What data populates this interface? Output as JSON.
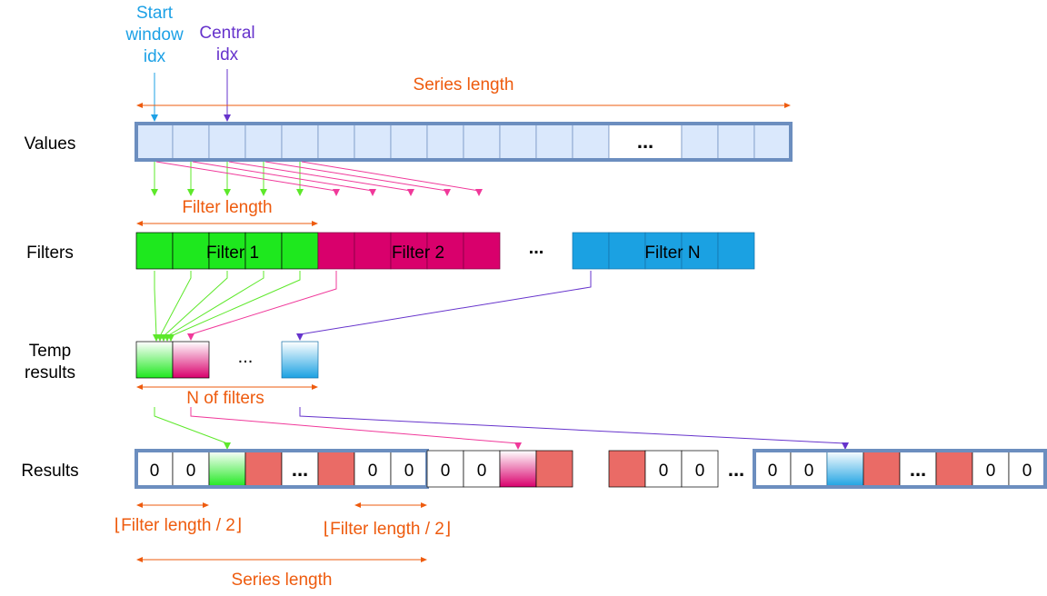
{
  "colors": {
    "orange": "#ee5b0e",
    "light_blue": "#1da1e6",
    "purple": "#6633cc",
    "green": "#1ee81e",
    "magenta": "#d9006c",
    "blue_fill": "#1ba1e2",
    "value_cell": "#dae8fc",
    "border_blue": "#6c8ebf",
    "salmon": "#ea6b66"
  },
  "labels": {
    "start_window_1": "Start",
    "start_window_2": "window",
    "start_window_3": "idx",
    "central_1": "Central",
    "central_2": "idx",
    "series_length_top": "Series length",
    "values": "Values",
    "filter_length": "Filter length",
    "filters": "Filters",
    "filter1": "Filter 1",
    "filter2": "Filter 2",
    "filterN": "Filter N",
    "filters_ellipsis": "...",
    "temp_1": "Temp",
    "temp_2": "results",
    "temp_ellipsis": "...",
    "n_of_filters": "N of filters",
    "results": "Results",
    "half_left": "⌊Filter length / 2⌋",
    "half_right": "⌊Filter length / 2⌋",
    "series_length_bottom": "Series length"
  },
  "values_row": {
    "ellipsis": "..."
  },
  "results_row": {
    "zero": "0",
    "ellipsis": "..."
  }
}
